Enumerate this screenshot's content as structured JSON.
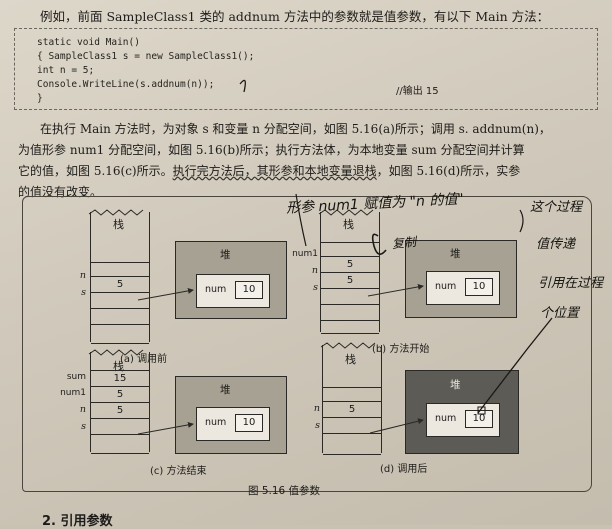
{
  "intro_line": "例如，前面 SampleClass1 类的 addnum 方法中的参数就是值参数，有以下 Main 方法：",
  "code": {
    "lines": [
      "static void Main()",
      "{   SampleClass1 s = new SampleClass1();",
      "    int n = 5;",
      "    Console.WriteLine(s.addnum(n));",
      "}"
    ],
    "comment": "//输出 15"
  },
  "paragraph": {
    "line1": "在执行 Main 方法时，为对象 s 和变量 n 分配空间，如图 5.16(a)所示；调用 s. addnum(n)，",
    "line2": "为值形参 num1 分配空间，如图 5.16(b)所示；执行方法体，为本地变量 sum 分配空间并计算",
    "line3_a": "它的值，如图 5.16(c)所示。",
    "line3_b": "执行完方法后，其形参和本地变量退栈",
    "line3_c": "，如图 5.16(d)所示，实参",
    "line4": "的值没有改变。"
  },
  "figure": {
    "stack_label": "栈",
    "heap_label": "堆",
    "field_name": "num",
    "field_value": "10",
    "panel_a": {
      "caption": "(a) 调用前",
      "n_label": "n",
      "s_label": "s",
      "n_value": "5"
    },
    "panel_b": {
      "caption": "(b) 方法开始",
      "num1_label": "num1",
      "n_label": "n",
      "s_label": "s",
      "num1_value": "5",
      "n_value": "5"
    },
    "panel_c": {
      "caption": "(c) 方法结束",
      "sum_label": "sum",
      "num1_label": "num1",
      "n_label": "n",
      "s_label": "s",
      "sum_value": "15",
      "num1_value": "5",
      "n_value": "5"
    },
    "panel_d": {
      "caption": "(d) 调用后",
      "n_label": "n",
      "s_label": "s",
      "n_value": "5"
    },
    "caption": "图 5.16   值参数"
  },
  "next_section": "2. 引用参数",
  "handwriting": {
    "note_mid": "形参 num1 赋值为 \"n 的值\"",
    "note_bubble": "复制",
    "note_right": [
      "这个过程",
      "值传递",
      "引用在过程",
      "个位置"
    ]
  }
}
